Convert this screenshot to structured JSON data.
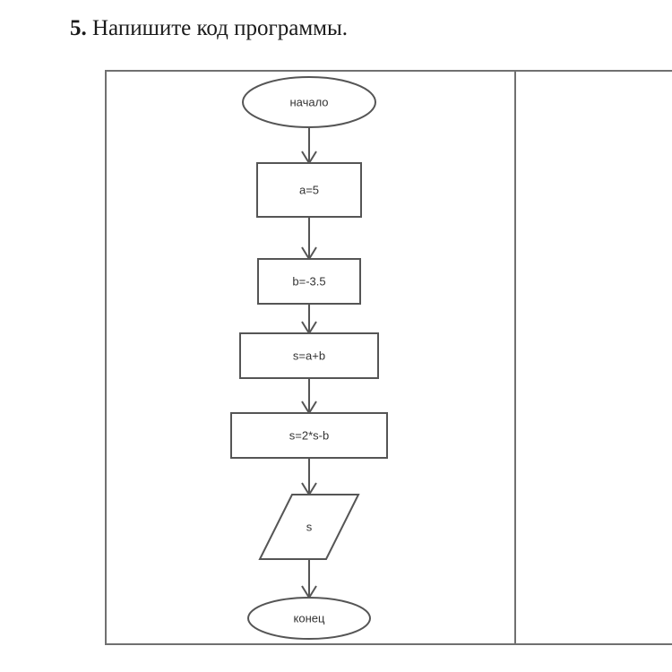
{
  "task": {
    "number": "5.",
    "text": " Напишите код программы."
  },
  "flowchart": {
    "nodes": [
      {
        "id": "start",
        "shape": "terminal",
        "label": "начало"
      },
      {
        "id": "assign-a",
        "shape": "process",
        "label": "a=5"
      },
      {
        "id": "assign-b",
        "shape": "process",
        "label": "b=-3.5"
      },
      {
        "id": "sum",
        "shape": "process",
        "label": "s=a+b"
      },
      {
        "id": "update-s",
        "shape": "process",
        "label": "s=2*s-b"
      },
      {
        "id": "output-s",
        "shape": "io",
        "label": "s"
      },
      {
        "id": "end",
        "shape": "terminal",
        "label": "конец"
      }
    ],
    "edges": [
      {
        "from": "start",
        "to": "assign-a"
      },
      {
        "from": "assign-a",
        "to": "assign-b"
      },
      {
        "from": "assign-b",
        "to": "sum"
      },
      {
        "from": "sum",
        "to": "update-s"
      },
      {
        "from": "update-s",
        "to": "output-s"
      },
      {
        "from": "output-s",
        "to": "end"
      }
    ],
    "colors": {
      "stroke": "#555555",
      "text": "#333333",
      "frame": "#707070"
    }
  }
}
